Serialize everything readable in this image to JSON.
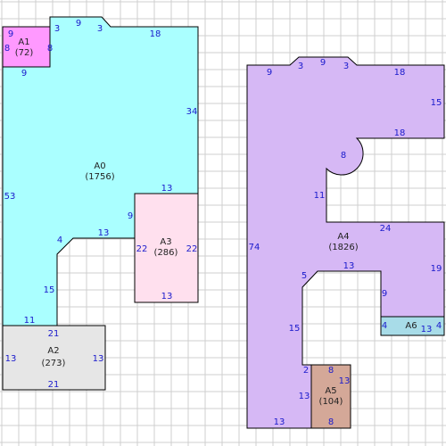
{
  "colors": {
    "grid": "#cfcfcf",
    "outline": "#000000",
    "dimension_text": "#1a1acc"
  },
  "areas": [
    {
      "id": "a0",
      "name": "A0",
      "size": "(1756)",
      "fill": "#aaffff"
    },
    {
      "id": "a1",
      "name": "A1",
      "size": "(72)",
      "fill": "#ff99ff"
    },
    {
      "id": "a2",
      "name": "A2",
      "size": "(273)",
      "fill": "#e6e6e6"
    },
    {
      "id": "a3",
      "name": "A3",
      "size": "(286)",
      "fill": "#ffe0ee"
    },
    {
      "id": "a4",
      "name": "A4",
      "size": "(1826)",
      "fill": "#d6b8f5"
    },
    {
      "id": "a5",
      "name": "A5",
      "size": "(104)",
      "fill": "#d4a898"
    },
    {
      "id": "a6",
      "name": "A6",
      "size": "",
      "fill": "#a8dce8"
    }
  ],
  "dimensions": {
    "a0": [
      "3",
      "9",
      "3",
      "18",
      "34",
      "53",
      "9",
      "13",
      "4",
      "15",
      "11",
      "8"
    ],
    "a1": [
      "9",
      "8",
      "9"
    ],
    "a2": [
      "21",
      "13",
      "13",
      "21"
    ],
    "a3": [
      "13",
      "22",
      "22",
      "13"
    ],
    "a4": [
      "9",
      "3",
      "9",
      "3",
      "18",
      "15",
      "18",
      "8",
      "11",
      "24",
      "19",
      "13",
      "9",
      "5",
      "15",
      "2",
      "13",
      "74",
      "13"
    ],
    "a5": [
      "8",
      "13",
      "8"
    ],
    "a6": [
      "4",
      "13",
      "4"
    ]
  }
}
